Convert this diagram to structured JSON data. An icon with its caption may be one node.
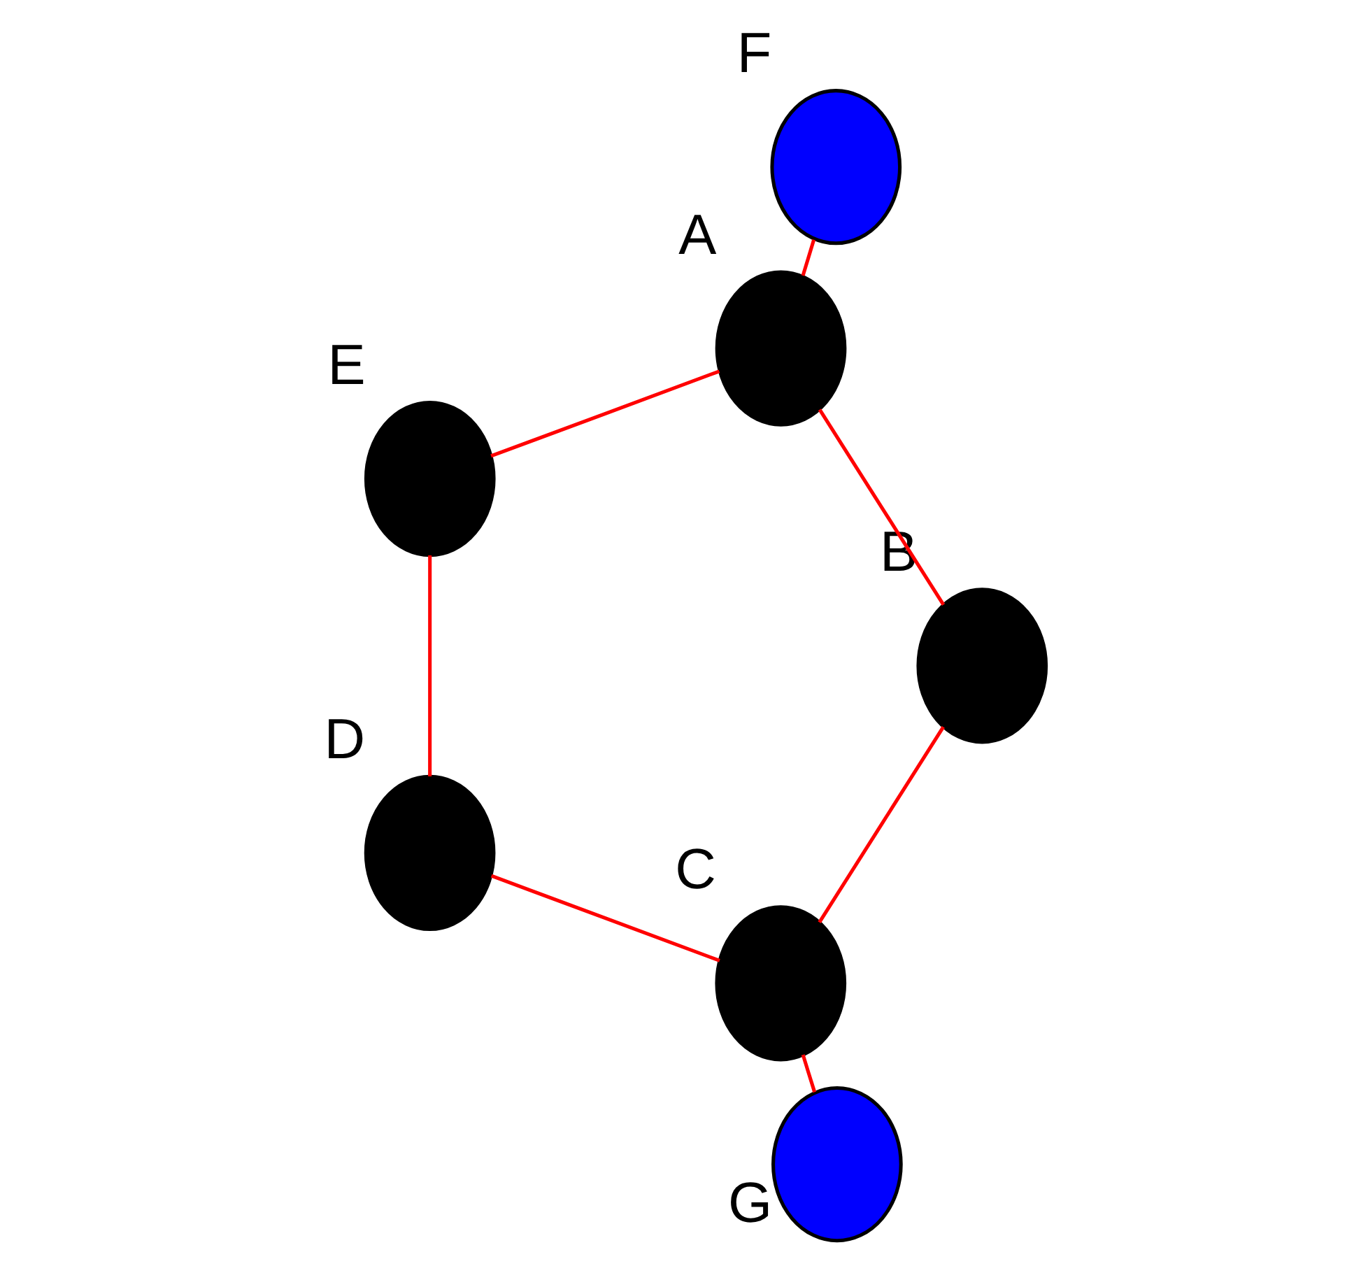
{
  "diagram": {
    "nodes": [
      {
        "text": [
          "A"
        ]
      },
      {
        "text": [
          "B"
        ]
      },
      {
        "text": [
          "C"
        ]
      },
      {
        "text": [
          "D"
        ]
      },
      {
        "text": [
          "E"
        ]
      },
      {
        "text": [
          "F"
        ]
      },
      {
        "text": [
          "G"
        ]
      }
    ],
    "edges": [
      {
        "from": 0,
        "to": 1,
        "arrow": "none"
      },
      {
        "from": 1,
        "to": 2,
        "arrow": "none"
      },
      {
        "from": 2,
        "to": 3,
        "arrow": "none"
      },
      {
        "from": 3,
        "to": 4,
        "arrow": "none"
      },
      {
        "from": 4,
        "to": 0,
        "arrow": "none"
      },
      {
        "from": 0,
        "to": 5,
        "arrow": "none"
      },
      {
        "from": 2,
        "to": 6,
        "arrow": "none"
      }
    ]
  }
}
